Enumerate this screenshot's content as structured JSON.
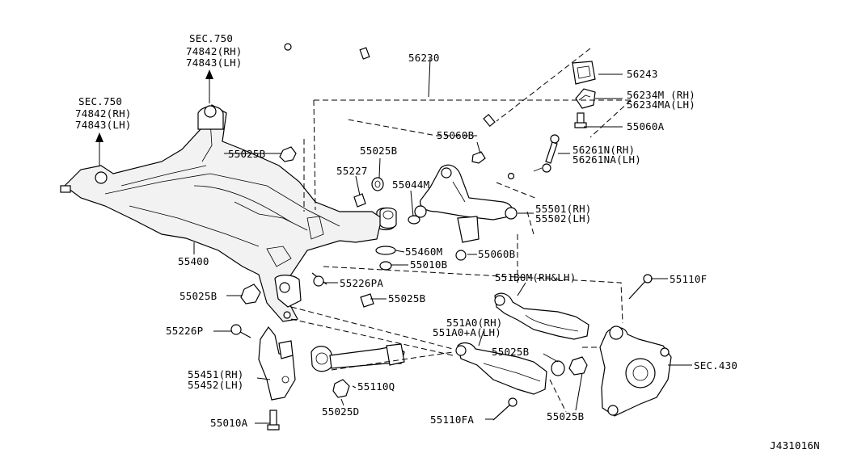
{
  "labels": {
    "sec750_top": "SEC.750",
    "l74842_top": "74842(RH)",
    "l74843_top": "74843(LH)",
    "sec750_left": "SEC.750",
    "l74842_left": "74842(RH)",
    "l74843_left": "74843(LH)",
    "l56230": "56230",
    "l56243": "56243",
    "l56234m": "56234M (RH)",
    "l56234ma": "56234MA(LH)",
    "l55060a": "55060A",
    "l55060b_top": "55060B",
    "l56261n": "56261N(RH)",
    "l56261na": "56261NA(LH)",
    "l55025b_a": "55025B",
    "l55025b_b": "55025B",
    "l55227": "55227",
    "l55044m": "55044M",
    "l55501": "55501(RH)",
    "l55502": "55502(LH)",
    "l55460m": "55460M",
    "l55060b_mid": "55060B",
    "l55010b": "55010B",
    "l55400": "55400",
    "l55226pa": "55226PA",
    "l55025b_c": "55025B",
    "l55025b_d": "55025B",
    "l551b0m": "551B0M(RH&LH)",
    "l55110f": "55110F",
    "l55226p": "55226P",
    "l551a0": "551A0(RH)",
    "l551a0a": "551A0+A(LH)",
    "l55025b_e": "55025B",
    "l55451": "55451(RH)",
    "l55452": "55452(LH)",
    "l55110q": "55110Q",
    "l55025d": "55025D",
    "l55010a": "55010A",
    "l55110fa": "55110FA",
    "l55025b_f": "55025B",
    "sec430": "SEC.430",
    "diagram_id": "J431016N"
  }
}
